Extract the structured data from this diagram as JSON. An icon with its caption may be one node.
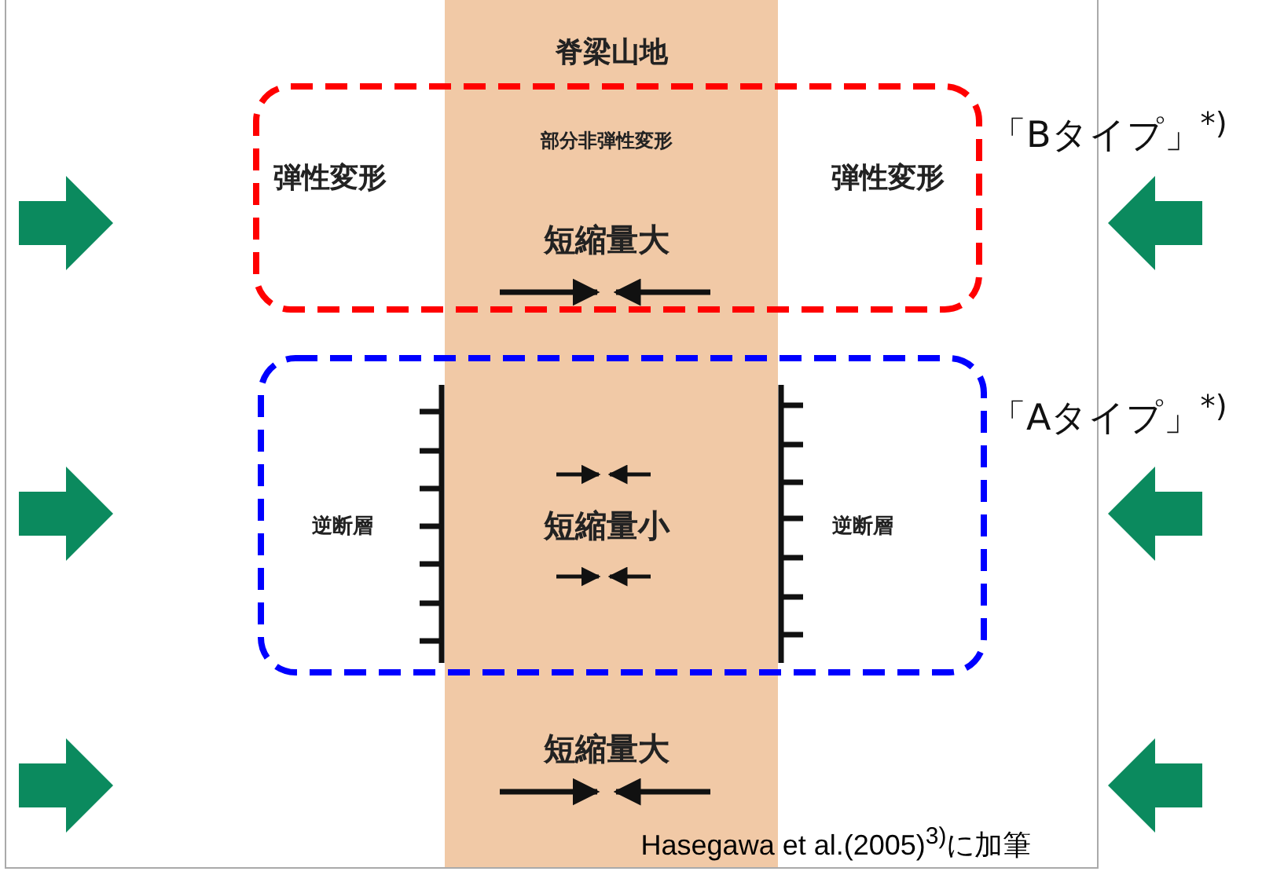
{
  "diagram": {
    "nodes": [
      {
        "text": [
          "脊梁山地"
        ]
      },
      {
        "text": [
          "「Bタイプ」$^{*)}$"
        ]
      },
      {
        "text": [
          "「Aタイプ」$^{*)}$"
        ]
      }
    ],
    "labels": [
      "部分非弾性変形",
      "弾性変形",
      "弾性変形",
      "短縮量大",
      "逆断層",
      "短縮量小",
      "逆断層",
      "短縮量大",
      "Hasegawa et al.(2005)$^{3)}$に加筆"
    ]
  }
}
